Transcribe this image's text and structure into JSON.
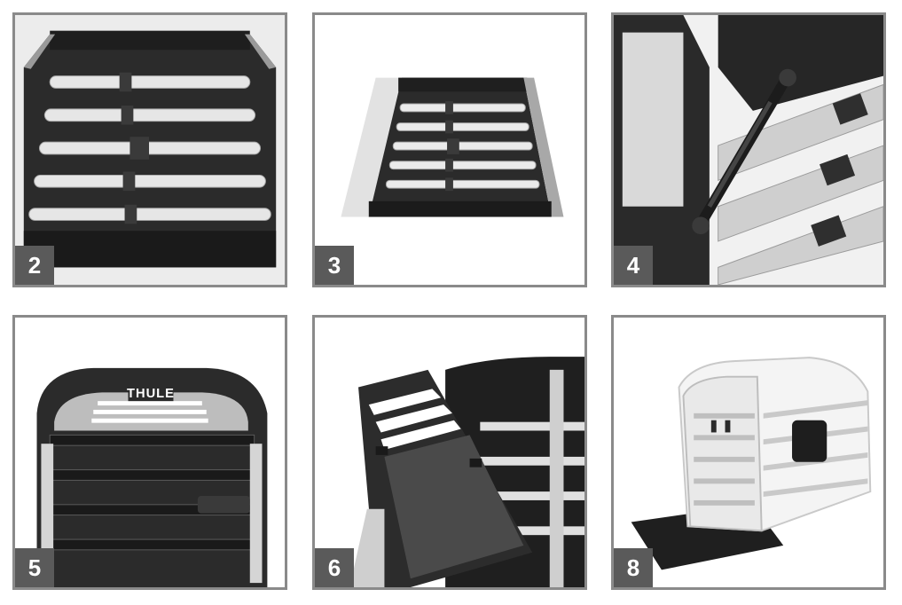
{
  "tiles": [
    {
      "number": "2",
      "icon": "crate-front-bars-photo"
    },
    {
      "number": "3",
      "icon": "crate-front-door-photo"
    },
    {
      "number": "4",
      "icon": "gas-strut-hinge-photo"
    },
    {
      "number": "5",
      "icon": "crate-rear-window-photo"
    },
    {
      "number": "6",
      "icon": "crate-open-door-photo"
    },
    {
      "number": "8",
      "icon": "crate-complete-photo"
    }
  ],
  "brand_logo": "THULE",
  "colors": {
    "frame_border": "#8a8a8a",
    "badge_bg": "#5a5a5a",
    "badge_text": "#ffffff",
    "dark_frame": "#2b2b2b",
    "aluminium": "#d9d9d9"
  }
}
